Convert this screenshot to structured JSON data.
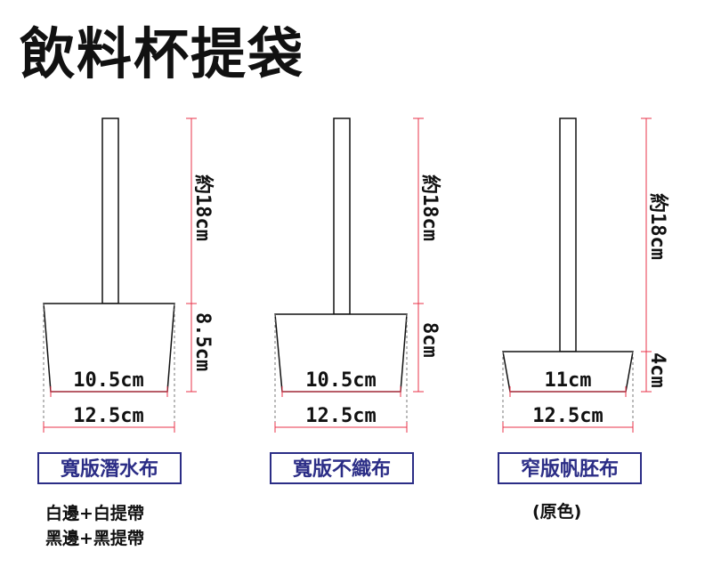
{
  "title": "飲料杯提袋",
  "products": [
    {
      "label": "寬版潛水布",
      "handle_height": "約18cm",
      "body_height": "8.5cm",
      "bottom_width": "10.5cm",
      "top_width": "12.5cm",
      "options": [
        "白邊+白提帶",
        "黑邊+黑提帶"
      ]
    },
    {
      "label": "寬版不織布",
      "handle_height": "約18cm",
      "body_height": "8cm",
      "bottom_width": "10.5cm",
      "top_width": "12.5cm"
    },
    {
      "label": "窄版帆胚布",
      "handle_height": "約18cm",
      "body_height": "4cm",
      "bottom_width": "11cm",
      "top_width": "12.5cm",
      "note": "(原色)"
    }
  ],
  "colors": {
    "dimension_line": "#e8334a",
    "label_border": "#2b2d86",
    "outline": "#111111"
  }
}
